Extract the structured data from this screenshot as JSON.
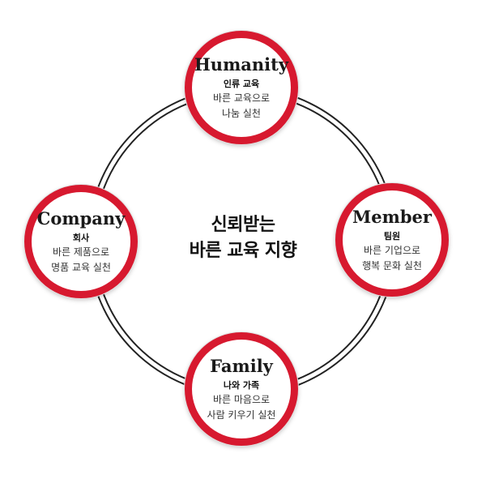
{
  "center": {
    "line1": "신뢰받는",
    "line2": "바른 교육 지향"
  },
  "nodes": {
    "top": {
      "title": "Humanity",
      "subtitle": "인류 교육",
      "desc1": "바른 교육으로",
      "desc2": "나눔 실천"
    },
    "left": {
      "title": "Company",
      "subtitle": "회사",
      "desc1": "바른 제품으로",
      "desc2": "명품 교육 실천"
    },
    "right": {
      "title": "Member",
      "subtitle": "팀원",
      "desc1": "바른 기업으로",
      "desc2": "행복 문화 실천"
    },
    "bottom": {
      "title": "Family",
      "subtitle": "나와 가족",
      "desc1": "바른 마음으로",
      "desc2": "사람 키우기 실천"
    }
  },
  "colors": {
    "accent": "#d7192f",
    "ring": "#222222"
  }
}
